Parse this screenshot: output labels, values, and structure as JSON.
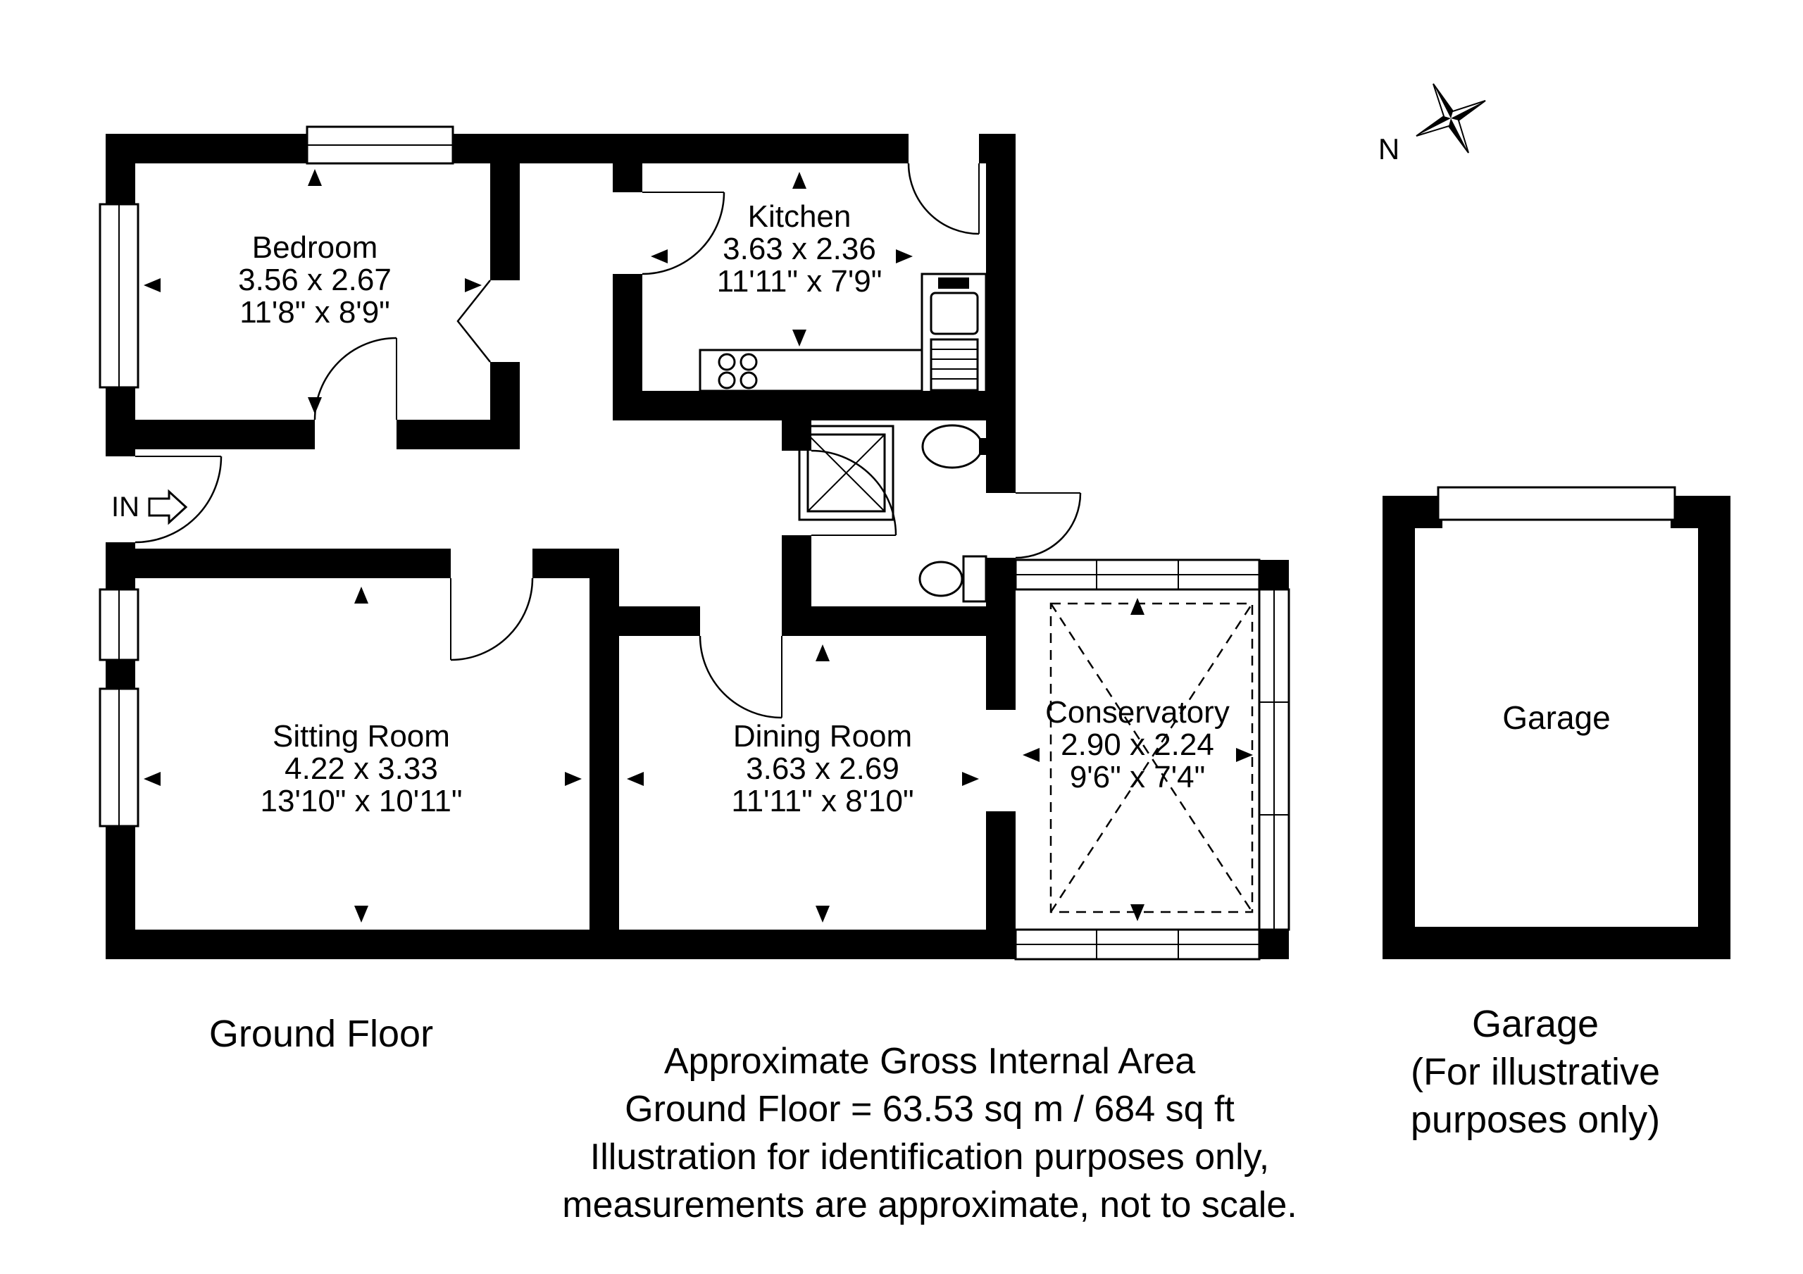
{
  "compass": {
    "north_label": "N"
  },
  "entrance": {
    "label": "IN"
  },
  "rooms": {
    "bedroom": {
      "name": "Bedroom",
      "metric": "3.56 x 2.67",
      "imperial": "11'8\" x 8'9\""
    },
    "kitchen": {
      "name": "Kitchen",
      "metric": "3.63 x 2.36",
      "imperial": "11'11\" x 7'9\""
    },
    "sitting_room": {
      "name": "Sitting Room",
      "metric": "4.22 x 3.33",
      "imperial": "13'10\" x 10'11\""
    },
    "dining_room": {
      "name": "Dining Room",
      "metric": "3.63 x 2.69",
      "imperial": "11'11\" x 8'10\""
    },
    "conservatory": {
      "name": "Conservatory",
      "metric": "2.90 x 2.24",
      "imperial": "9'6\" x 7'4\""
    },
    "garage": {
      "name": "Garage"
    }
  },
  "captions": {
    "floor_title": "Ground Floor",
    "garage_line1": "Garage",
    "garage_line2": "(For illustrative",
    "garage_line3": "purposes only)"
  },
  "footer": {
    "line1": "Approximate Gross Internal Area",
    "line2": "Ground Floor = 63.53 sq m / 684 sq ft",
    "line3": "Illustration for identification purposes only,",
    "line4": "measurements are approximate, not to scale."
  },
  "colors": {
    "wall": "#000000",
    "background": "#ffffff"
  }
}
